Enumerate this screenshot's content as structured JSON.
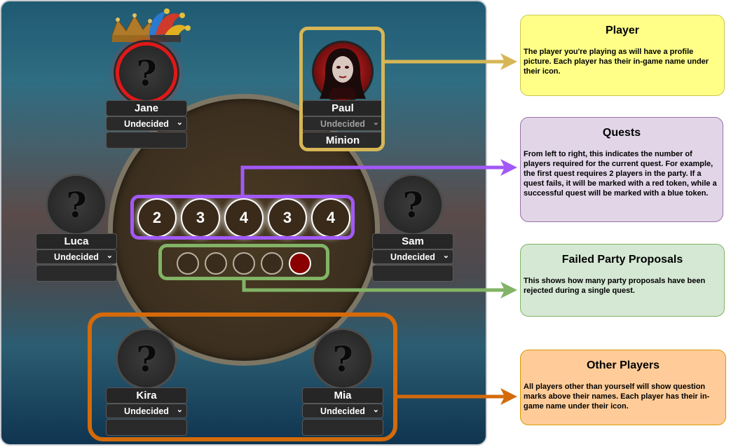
{
  "players": {
    "jane": {
      "name": "Jane",
      "vote": "Undecided",
      "role": ""
    },
    "paul": {
      "name": "Paul",
      "vote": "Undecided",
      "role": "Minion"
    },
    "luca": {
      "name": "Luca",
      "vote": "Undecided",
      "role": ""
    },
    "sam": {
      "name": "Sam",
      "vote": "Undecided",
      "role": ""
    },
    "kira": {
      "name": "Kira",
      "vote": "Undecided",
      "role": ""
    },
    "mia": {
      "name": "Mia",
      "vote": "Undecided",
      "role": ""
    }
  },
  "unknown_glyph": "?",
  "quests": [
    "2",
    "3",
    "4",
    "3",
    "4"
  ],
  "failed_proposals": {
    "total": 5,
    "filled": 1
  },
  "annotations": {
    "player": {
      "title": "Player",
      "text": "The player you're playing as will have a profile picture. Each player has their in-game name under their icon.",
      "color": "#ffff88"
    },
    "quests": {
      "title": "Quests",
      "text": "From left to right, this indicates the number of players required for the current quest. For example, the first quest requires 2 players in the party. If a quest fails, it will be marked with a red token, while a successful quest will be marked with a blue token.",
      "color": "#e1d5e7"
    },
    "failed": {
      "title": "Failed Party Proposals",
      "text": "This shows how many party proposals have been rejected during a single quest.",
      "color": "#d5e8d4"
    },
    "others": {
      "title": "Other Players",
      "text": "All players other than yourself will show question marks above their names. Each player has their in-game name under their icon.",
      "color": "#ffcc99"
    }
  },
  "colors": {
    "player_highlight": "#d6b656",
    "quests_highlight": "#a259f7",
    "failed_highlight": "#82b366",
    "others_highlight": "#d46a0a"
  }
}
